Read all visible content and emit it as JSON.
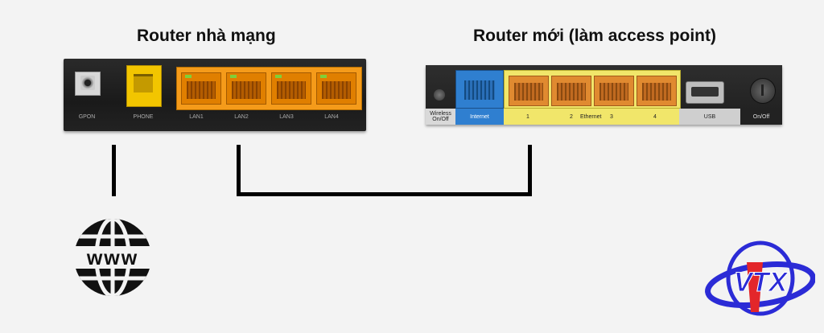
{
  "titles": {
    "left": "Router nhà mạng",
    "right": "Router mới (làm access point)"
  },
  "isp_router": {
    "ports": [
      "GPON",
      "PHONE",
      "LAN1",
      "LAN2",
      "LAN3",
      "LAN4"
    ]
  },
  "new_router": {
    "labels": {
      "wireless": "Wireless On/Off",
      "internet": "Internet",
      "eth1": "1",
      "eth2": "2",
      "ethernet": "Ethernet",
      "eth3": "3",
      "eth4": "4",
      "usb": "USB",
      "onoff": "On/Off"
    }
  },
  "globe": {
    "text": "www"
  },
  "logo": {
    "text": "VTX"
  },
  "colors": {
    "isp_body": "#1f1f1f",
    "lan_orange": "#f59b1a",
    "phone_yellow": "#f2c500",
    "internet_blue": "#2f7fd0",
    "ethernet_strip": "#f1e66a",
    "logo_blue": "#2b2bd6",
    "logo_red": "#e3262a",
    "cable": "#000000"
  }
}
